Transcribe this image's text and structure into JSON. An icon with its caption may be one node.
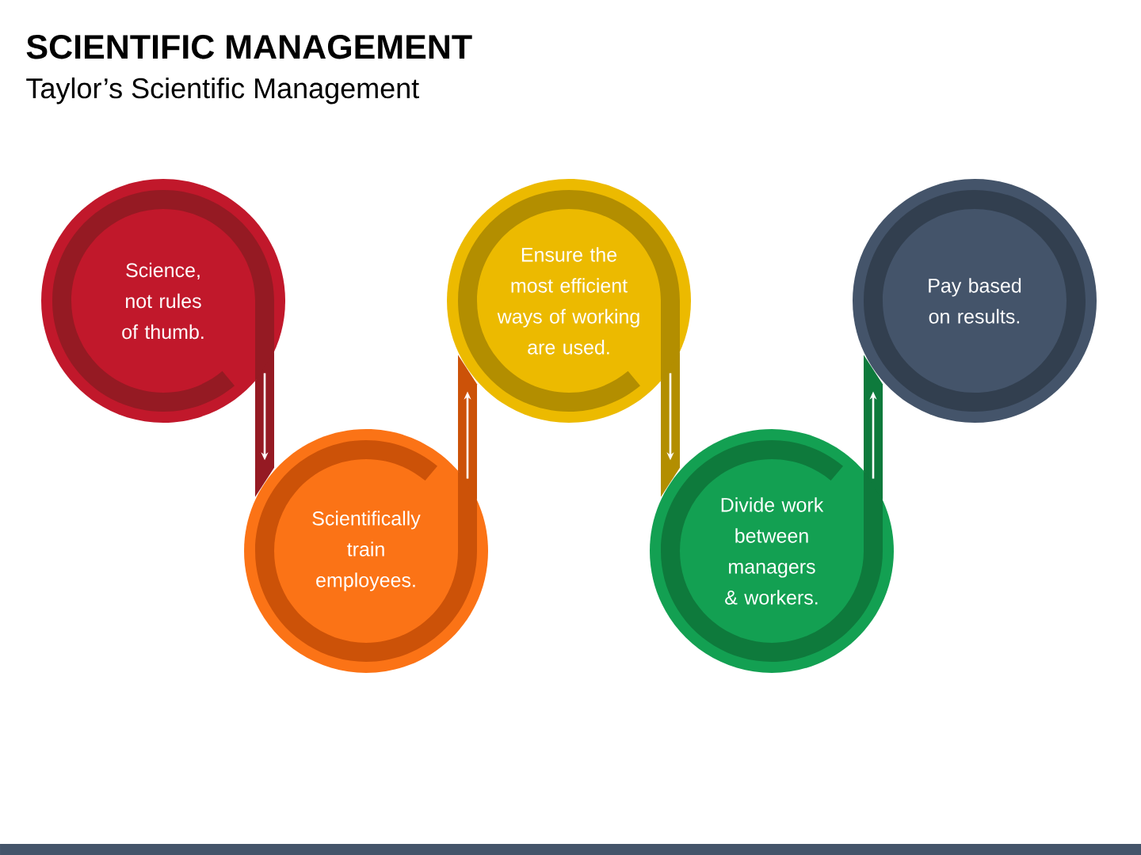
{
  "diagram": {
    "title": "SCIENTIFIC MANAGEMENT",
    "nodes": [
      {
        "text": [
          "Science, not rules of thumb."
        ]
      },
      {
        "text": [
          "Scientifically train employees."
        ]
      },
      {
        "text": [
          "Ensure the most efficient ways of working are used."
        ]
      },
      {
        "text": [
          "Divide work between managers & workers."
        ]
      },
      {
        "text": [
          "Pay based on results."
        ]
      }
    ],
    "edges": [
      {
        "from": 0,
        "to": 1,
        "arrow": "to"
      },
      {
        "from": 1,
        "to": 2,
        "arrow": "to"
      },
      {
        "from": 2,
        "to": 3,
        "arrow": "to"
      },
      {
        "from": 3,
        "to": 4,
        "arrow": "to"
      }
    ],
    "labels": [
      "Taylor’s Scientific Management"
    ]
  }
}
